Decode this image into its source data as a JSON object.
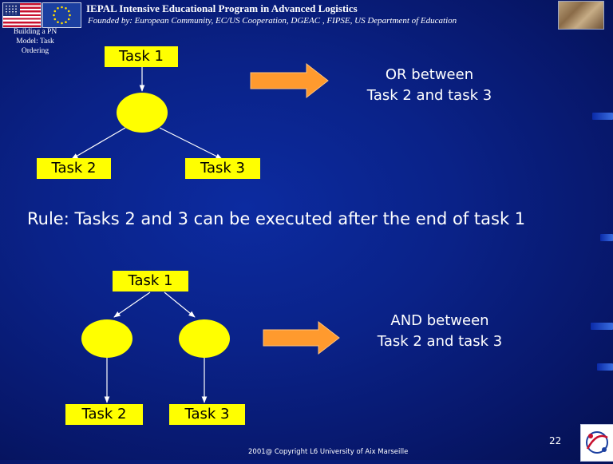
{
  "header": {
    "title": "IEPAL Intensive Educational Program in Advanced Logistics",
    "subtitle": "Founded by: European Community, EC/US Cooperation, DGEAC , FIPSE, US Department of Education"
  },
  "side_caption": "Building a PN Model: Task Ordering",
  "diagram_or": {
    "top_task": "Task 1",
    "left_task": "Task 2",
    "right_task": "Task 3",
    "description_line1": "OR between",
    "description_line2": "Task 2 and task 3"
  },
  "rule_text": "Rule: Tasks 2 and 3 can be executed after the end of task 1",
  "diagram_and": {
    "top_task": "Task 1",
    "left_task": "Task 2",
    "right_task": "Task 3",
    "description_line1": "AND between",
    "description_line2": "Task 2 and task 3"
  },
  "page_number": "22",
  "footer": "2001@ Copyright  L6 University of Aix Marseille",
  "colors": {
    "background": "#0a2288",
    "node_fill": "#ffff00",
    "arrow_fill": "#ff9a2e"
  }
}
